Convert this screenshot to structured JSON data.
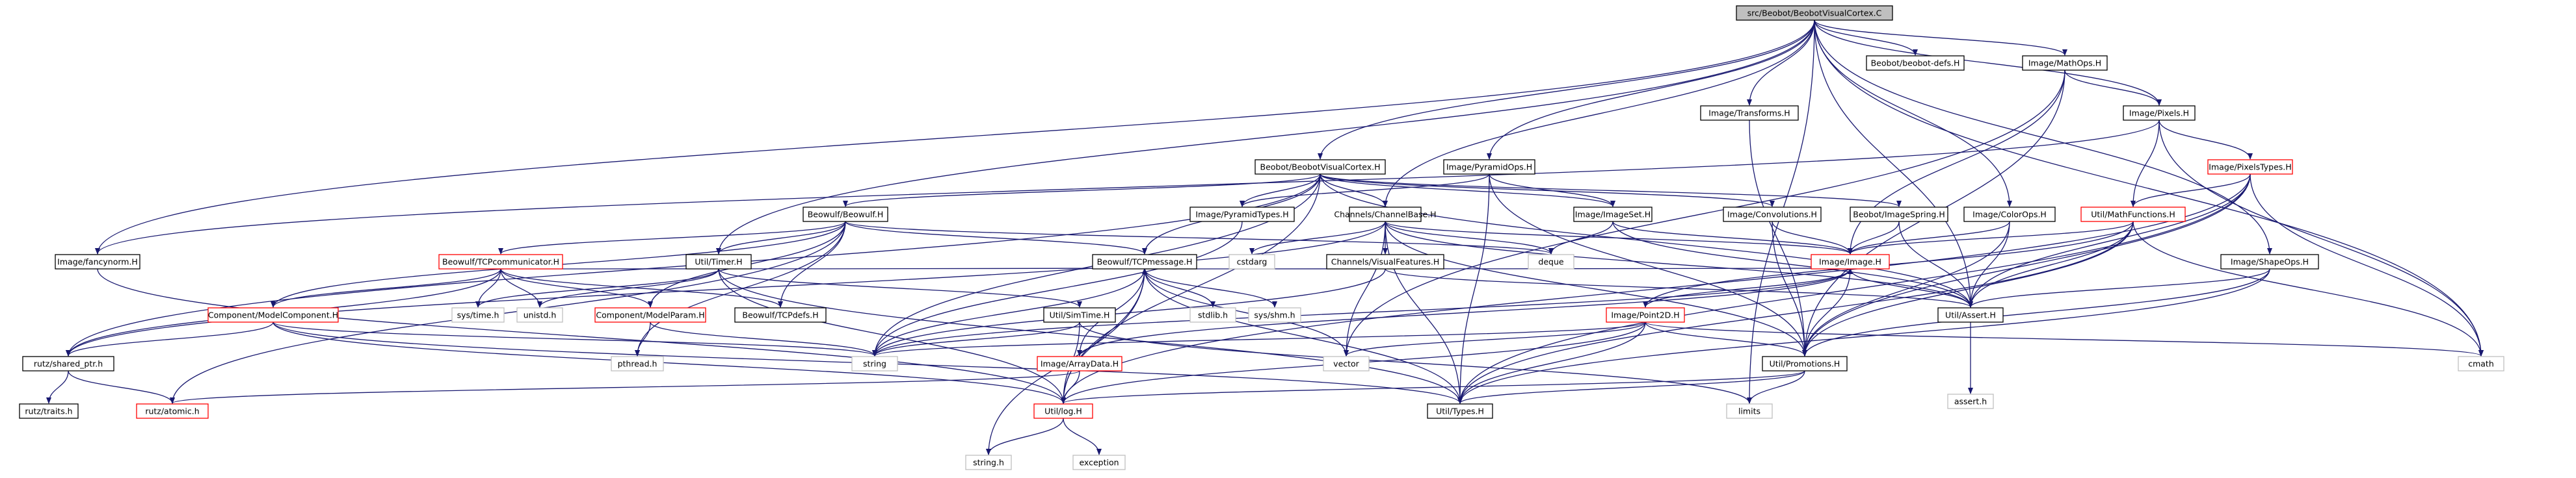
{
  "graph": {
    "colors": {
      "edge": "#191970",
      "edge_muted": "#a9a9a9",
      "root_fill": "#bfbfbf",
      "node_border_documented": "#000000",
      "node_border_with_children_hidden": "#ff0000",
      "node_border_external": "#bfbfbf",
      "text": "#000000"
    },
    "nodes": [
      {
        "id": "root",
        "label": "src/Beobot/BeobotVisualCortex.C",
        "style": "root"
      },
      {
        "id": "beobotdefs",
        "label": "Beobot/beobot-defs.H",
        "style": "documented"
      },
      {
        "id": "mathops",
        "label": "Image/MathOps.H",
        "style": "documented"
      },
      {
        "id": "transforms",
        "label": "Image/Transforms.H",
        "style": "documented"
      },
      {
        "id": "pixels",
        "label": "Image/Pixels.H",
        "style": "documented"
      },
      {
        "id": "bvc_h",
        "label": "Beobot/BeobotVisualCortex.H",
        "style": "documented"
      },
      {
        "id": "pyramidops",
        "label": "Image/PyramidOps.H",
        "style": "documented"
      },
      {
        "id": "pixelstypes",
        "label": "Image/PixelsTypes.H",
        "style": "truncated"
      },
      {
        "id": "beowulf",
        "label": "Beowulf/Beowulf.H",
        "style": "documented"
      },
      {
        "id": "pyramidtypes",
        "label": "Image/PyramidTypes.H",
        "style": "documented"
      },
      {
        "id": "channelist",
        "label": "Channels/ChannelBase.H",
        "style": "documented"
      },
      {
        "id": "imageset",
        "label": "Image/ImageSet.H",
        "style": "documented"
      },
      {
        "id": "convolutions",
        "label": "Image/Convolutions.H",
        "style": "documented"
      },
      {
        "id": "imagespring",
        "label": "Beobot/ImageSpring.H",
        "style": "documented"
      },
      {
        "id": "mathfunctions",
        "label": "Util/MathFunctions.H",
        "style": "truncated"
      },
      {
        "id": "colorops",
        "label": "Image/ColorOps.H",
        "style": "documented"
      },
      {
        "id": "fancynorm",
        "label": "Image/fancynorm.H",
        "style": "documented"
      },
      {
        "id": "tcpcomm",
        "label": "Beowulf/TCPcommunicator.H",
        "style": "truncated"
      },
      {
        "id": "timer",
        "label": "Util/Timer.H",
        "style": "documented"
      },
      {
        "id": "tcpmessage",
        "label": "Beowulf/TCPmessage.H",
        "style": "documented"
      },
      {
        "id": "cstdarg",
        "label": "cstdarg",
        "style": "external"
      },
      {
        "id": "visualfeatures",
        "label": "Channels/VisualFeatures.H",
        "style": "documented"
      },
      {
        "id": "image",
        "label": "Image/Image.H",
        "style": "truncated"
      },
      {
        "id": "deque",
        "label": "deque",
        "style": "external"
      },
      {
        "id": "shapeops",
        "label": "Image/ShapeOps.H",
        "style": "documented"
      },
      {
        "id": "modelcomponent",
        "label": "Component/ModelComponent.H",
        "style": "truncated"
      },
      {
        "id": "systime",
        "label": "sys/time.h",
        "style": "external"
      },
      {
        "id": "unistd",
        "label": "unistd.h",
        "style": "external"
      },
      {
        "id": "modelparam",
        "label": "Component/ModelParam.H",
        "style": "truncated"
      },
      {
        "id": "tcpdefs",
        "label": "Beowulf/TCPdefs.H",
        "style": "documented"
      },
      {
        "id": "simtime",
        "label": "Util/SimTime.H",
        "style": "documented"
      },
      {
        "id": "stdlib",
        "label": "stdlib.h",
        "style": "external"
      },
      {
        "id": "sysshm",
        "label": "sys/shm.h",
        "style": "external"
      },
      {
        "id": "point2d",
        "label": "Image/Point2D.H",
        "style": "truncated"
      },
      {
        "id": "utilassert",
        "label": "Util/Assert.H",
        "style": "documented"
      },
      {
        "id": "sharedptr",
        "label": "rutz/shared_ptr.h",
        "style": "documented"
      },
      {
        "id": "pthread",
        "label": "pthread.h",
        "style": "external"
      },
      {
        "id": "string",
        "label": "string",
        "style": "external"
      },
      {
        "id": "arraydata",
        "label": "Image/ArrayData.H",
        "style": "truncated"
      },
      {
        "id": "vector",
        "label": "vector",
        "style": "external"
      },
      {
        "id": "promotions",
        "label": "Util/Promotions.H",
        "style": "documented"
      },
      {
        "id": "cmath",
        "label": "cmath",
        "style": "external"
      },
      {
        "id": "asserth",
        "label": "assert.h",
        "style": "external"
      },
      {
        "id": "traits",
        "label": "rutz/traits.h",
        "style": "documented"
      },
      {
        "id": "atomic",
        "label": "rutz/atomic.h",
        "style": "truncated"
      },
      {
        "id": "log",
        "label": "Util/log.H",
        "style": "truncated"
      },
      {
        "id": "types",
        "label": "Util/Types.H",
        "style": "documented"
      },
      {
        "id": "limits",
        "label": "limits",
        "style": "external"
      },
      {
        "id": "stringh",
        "label": "string.h",
        "style": "external"
      },
      {
        "id": "exception",
        "label": "exception",
        "style": "external"
      }
    ],
    "edges": [
      [
        "root",
        "beobotdefs"
      ],
      [
        "root",
        "mathops"
      ],
      [
        "root",
        "transforms"
      ],
      [
        "root",
        "pixels"
      ],
      [
        "root",
        "bvc_h"
      ],
      [
        "root",
        "pyramidops"
      ],
      [
        "root",
        "channelist"
      ],
      [
        "root",
        "colorops"
      ],
      [
        "root",
        "fancynorm"
      ],
      [
        "root",
        "timer"
      ],
      [
        "root",
        "shapeops"
      ],
      [
        "root",
        "utilassert"
      ],
      [
        "root",
        "cmath"
      ],
      [
        "root",
        "limits"
      ],
      [
        "mathops",
        "pixels"
      ],
      [
        "mathops",
        "image"
      ],
      [
        "mathops",
        "vector"
      ],
      [
        "mathops",
        "promotions"
      ],
      [
        "transforms",
        "promotions"
      ],
      [
        "pixels",
        "pixelstypes"
      ],
      [
        "pixels",
        "mathfunctions"
      ],
      [
        "pixels",
        "cmath"
      ],
      [
        "pixels",
        "fancynorm"
      ],
      [
        "pixelstypes",
        "mathfunctions"
      ],
      [
        "pixelstypes",
        "utilassert"
      ],
      [
        "pixelstypes",
        "cmath"
      ],
      [
        "pixelstypes",
        "types"
      ],
      [
        "pixelstypes",
        "promotions"
      ],
      [
        "pixelstypes",
        "log"
      ],
      [
        "mathfunctions",
        "image"
      ],
      [
        "mathfunctions",
        "cmath"
      ],
      [
        "mathfunctions",
        "promotions"
      ],
      [
        "mathfunctions",
        "types"
      ],
      [
        "mathfunctions",
        "utilassert"
      ],
      [
        "mathfunctions",
        "point2d"
      ],
      [
        "bvc_h",
        "beowulf"
      ],
      [
        "bvc_h",
        "pyramidtypes"
      ],
      [
        "bvc_h",
        "channelist"
      ],
      [
        "bvc_h",
        "imageset"
      ],
      [
        "bvc_h",
        "imagespring"
      ],
      [
        "bvc_h",
        "convolutions"
      ],
      [
        "bvc_h",
        "string"
      ],
      [
        "bvc_h",
        "sharedptr"
      ],
      [
        "bvc_h",
        "tcpmessage"
      ],
      [
        "bvc_h",
        "utilassert"
      ],
      [
        "bvc_h",
        "log"
      ],
      [
        "pyramidops",
        "pyramidtypes"
      ],
      [
        "pyramidops",
        "imageset"
      ],
      [
        "pyramidops",
        "promotions"
      ],
      [
        "pyramidops",
        "types"
      ],
      [
        "pyramidtypes",
        "string"
      ],
      [
        "beowulf",
        "tcpcomm"
      ],
      [
        "beowulf",
        "timer"
      ],
      [
        "beowulf",
        "tcpmessage"
      ],
      [
        "beowulf",
        "modelcomponent"
      ],
      [
        "beowulf",
        "modelparam"
      ],
      [
        "beowulf",
        "tcpdefs"
      ],
      [
        "beowulf",
        "pthread"
      ],
      [
        "beowulf",
        "deque"
      ],
      [
        "beowulf",
        "atomic"
      ],
      [
        "channelist",
        "cstdarg"
      ],
      [
        "channelist",
        "visualfeatures"
      ],
      [
        "channelist",
        "deque"
      ],
      [
        "channelist",
        "image"
      ],
      [
        "channelist",
        "sharedptr"
      ],
      [
        "channelist",
        "types"
      ],
      [
        "channelist",
        "utilassert"
      ],
      [
        "channelist",
        "vector"
      ],
      [
        "channelist",
        "promotions"
      ],
      [
        "imageset",
        "image"
      ],
      [
        "imageset",
        "deque"
      ],
      [
        "imageset",
        "utilassert"
      ],
      [
        "convolutions",
        "image"
      ],
      [
        "convolutions",
        "promotions"
      ],
      [
        "imagespring",
        "image"
      ],
      [
        "imagespring",
        "utilassert"
      ],
      [
        "colorops",
        "image"
      ],
      [
        "colorops",
        "promotions"
      ],
      [
        "colorops",
        "utilassert"
      ],
      [
        "fancynorm",
        "log"
      ],
      [
        "tcpcomm",
        "tcpmessage"
      ],
      [
        "tcpcomm",
        "modelcomponent"
      ],
      [
        "tcpcomm",
        "modelparam"
      ],
      [
        "tcpcomm",
        "tcpdefs"
      ],
      [
        "tcpcomm",
        "systime"
      ],
      [
        "tcpcomm",
        "unistd"
      ],
      [
        "tcpcomm",
        "sharedptr"
      ],
      [
        "timer",
        "systime"
      ],
      [
        "timer",
        "unistd"
      ],
      [
        "timer",
        "simtime"
      ],
      [
        "timer",
        "log"
      ],
      [
        "timer",
        "types"
      ],
      [
        "tcpmessage",
        "stdlib"
      ],
      [
        "tcpmessage",
        "sysshm"
      ],
      [
        "tcpmessage",
        "image"
      ],
      [
        "tcpmessage",
        "log"
      ],
      [
        "tcpmessage",
        "types"
      ],
      [
        "tcpmessage",
        "stringh"
      ],
      [
        "tcpmessage",
        "arraydata"
      ],
      [
        "tcpmessage",
        "vector"
      ],
      [
        "tcpmessage",
        "string"
      ],
      [
        "visualfeatures",
        "utilassert"
      ],
      [
        "visualfeatures",
        "string"
      ],
      [
        "image",
        "utilassert"
      ],
      [
        "image",
        "point2d"
      ],
      [
        "image",
        "arraydata"
      ],
      [
        "image",
        "promotions"
      ],
      [
        "image",
        "string"
      ],
      [
        "shapeops",
        "utilassert"
      ],
      [
        "shapeops",
        "promotions"
      ],
      [
        "shapeops",
        "types"
      ],
      [
        "modelcomponent",
        "sharedptr"
      ],
      [
        "modelcomponent",
        "string"
      ],
      [
        "modelcomponent",
        "log"
      ],
      [
        "modelcomponent",
        "types"
      ],
      [
        "modelparam",
        "pthread"
      ],
      [
        "modelparam",
        "string"
      ],
      [
        "simtime",
        "log"
      ],
      [
        "simtime",
        "string"
      ],
      [
        "simtime",
        "limits"
      ],
      [
        "point2d",
        "promotions"
      ],
      [
        "point2d",
        "vector"
      ],
      [
        "point2d",
        "cmath"
      ],
      [
        "point2d",
        "log"
      ],
      [
        "point2d",
        "types"
      ],
      [
        "point2d",
        "string"
      ],
      [
        "utilassert",
        "asserth"
      ],
      [
        "sharedptr",
        "traits"
      ],
      [
        "sharedptr",
        "atomic"
      ],
      [
        "arraydata",
        "log"
      ],
      [
        "arraydata",
        "atomic"
      ],
      [
        "promotions",
        "types"
      ],
      [
        "promotions",
        "limits"
      ],
      [
        "promotions",
        "log"
      ],
      [
        "log",
        "stringh"
      ],
      [
        "log",
        "exception"
      ]
    ]
  }
}
